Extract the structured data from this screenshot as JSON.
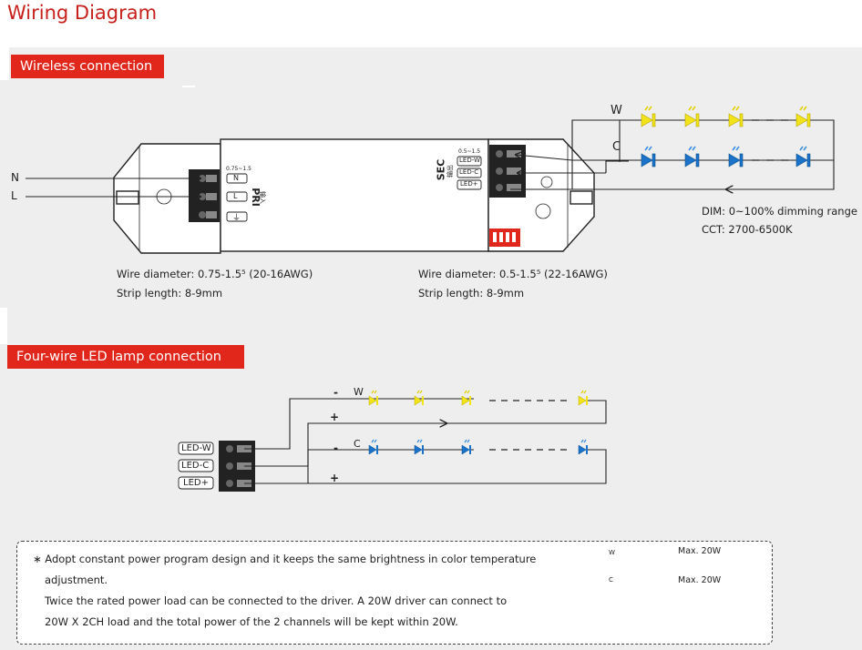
{
  "title": "Wiring Diagram",
  "sections": {
    "wireless": "Wireless connection",
    "four_wire": "Four-wire LED lamp connection"
  },
  "driver": {
    "input_N": "N",
    "input_L": "L",
    "pri_label": "PRI",
    "pri_cn": "输入",
    "pri_range": "0.75~1.5",
    "term_N": "N",
    "term_L": "L",
    "term_gnd": "⏚",
    "sec_label": "SEC",
    "sec_cn": "输出",
    "sec_range": "0.5~1.5",
    "led_w": "LED-W",
    "led_c": "LED-C",
    "led_plus": "LED+"
  },
  "channels": {
    "w": "W",
    "c": "C"
  },
  "specs": {
    "dim": "DIM: 0~100% dimming range",
    "cct": "CCT: 2700-6500K",
    "pri_wire": "Wire diameter: 0.75-1.5⁵ (20-16AWG)",
    "pri_strip": "Strip length: 8-9mm",
    "sec_wire": "Wire diameter: 0.5-1.5⁵ (22-16AWG)",
    "sec_strip": "Strip length: 8-9mm"
  },
  "four_wire": {
    "minus": "-",
    "plus": "+",
    "w": "W",
    "c": "C",
    "led_w": "LED-W",
    "led_c": "LED-C",
    "led_plus": "LED+"
  },
  "note": {
    "line1": "∗  Adopt constant power program design and it keeps the same brightness in color temperature",
    "line2": "adjustment.",
    "line3": "Twice the rated power load can be connected to the driver. A 20W driver can connect to",
    "line4": "20W X 2CH load and the total power of the 2 channels will be kept within 20W.",
    "max_w": "Max. 20W",
    "max_c": "Max. 20W",
    "w": "W",
    "c": "C"
  },
  "colors": {
    "accent": "#e1261c",
    "warm_led": "#f2e31a",
    "cool_led": "#1a73c8",
    "panel": "#eeeeee"
  }
}
